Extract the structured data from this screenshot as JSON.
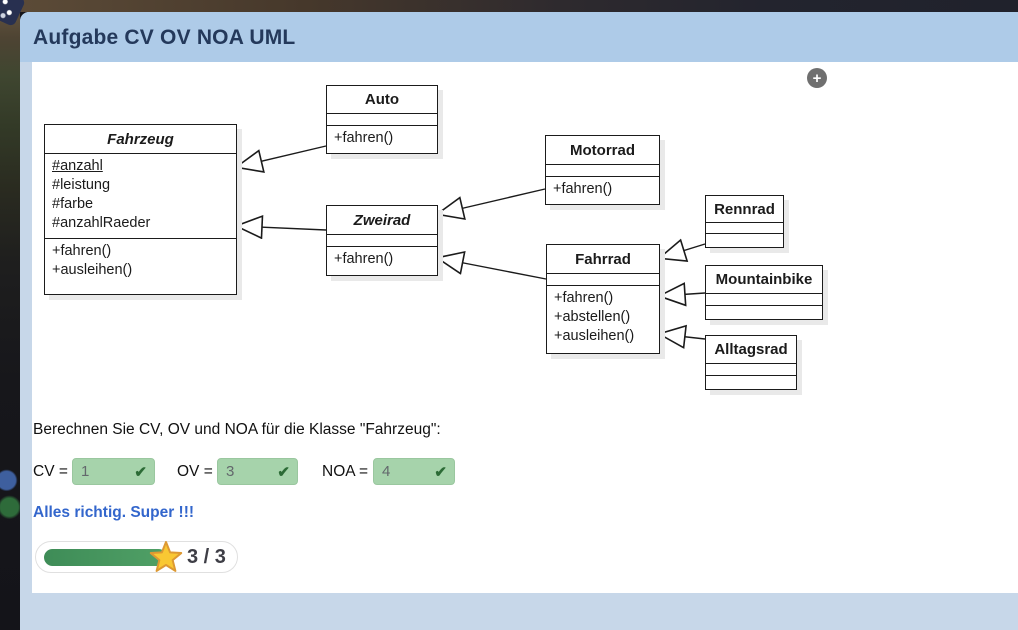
{
  "window": {
    "title": "Aufgabe CV OV NOA UML"
  },
  "toolbar": {
    "add_icon": "+"
  },
  "diagram": {
    "classes": [
      {
        "name": "Fahrzeug",
        "abstract": true,
        "attributes": [
          "#anzahl",
          "#leistung",
          "#farbe",
          "#anzahlRaeder"
        ],
        "methods": [
          "+fahren()",
          "+ausleihen()"
        ]
      },
      {
        "name": "Auto",
        "abstract": false,
        "attributes": [],
        "methods": [
          "+fahren()"
        ]
      },
      {
        "name": "Zweirad",
        "abstract": true,
        "attributes": [],
        "methods": [
          "+fahren()"
        ]
      },
      {
        "name": "Motorrad",
        "abstract": false,
        "attributes": [],
        "methods": [
          "+fahren()"
        ]
      },
      {
        "name": "Fahrrad",
        "abstract": false,
        "attributes": [],
        "methods": [
          "+fahren()",
          "+abstellen()",
          "+ausleihen()"
        ]
      },
      {
        "name": "Rennrad",
        "abstract": false,
        "attributes": [],
        "methods": []
      },
      {
        "name": "Mountainbike",
        "abstract": false,
        "attributes": [],
        "methods": []
      },
      {
        "name": "Alltagsrad",
        "abstract": false,
        "attributes": [],
        "methods": []
      }
    ]
  },
  "question": "Berechnen Sie CV, OV und NOA für die Klasse \"Fahrzeug\":",
  "answers": {
    "cv": {
      "label": "CV =",
      "value": "1",
      "status": "correct"
    },
    "ov": {
      "label": "OV =",
      "value": "3",
      "status": "correct"
    },
    "noa": {
      "label": "NOA =",
      "value": "4",
      "status": "correct"
    }
  },
  "icons": {
    "check": "✔"
  },
  "feedback": "Alles richtig. Super !!!",
  "score": {
    "achieved": 3,
    "max": 3,
    "text": "3 / 3"
  },
  "colors": {
    "titlebar_blue": "#aecbe8",
    "panel_blue": "#c7d7e9",
    "title_text": "#24395b",
    "correct_input_bg": "#a6d3ab",
    "check_green": "#2c6b36",
    "feedback_blue": "#3366cc",
    "progress_green": "#4a9a60",
    "star_fill": "#f9c833",
    "star_stroke": "#dd9933"
  }
}
